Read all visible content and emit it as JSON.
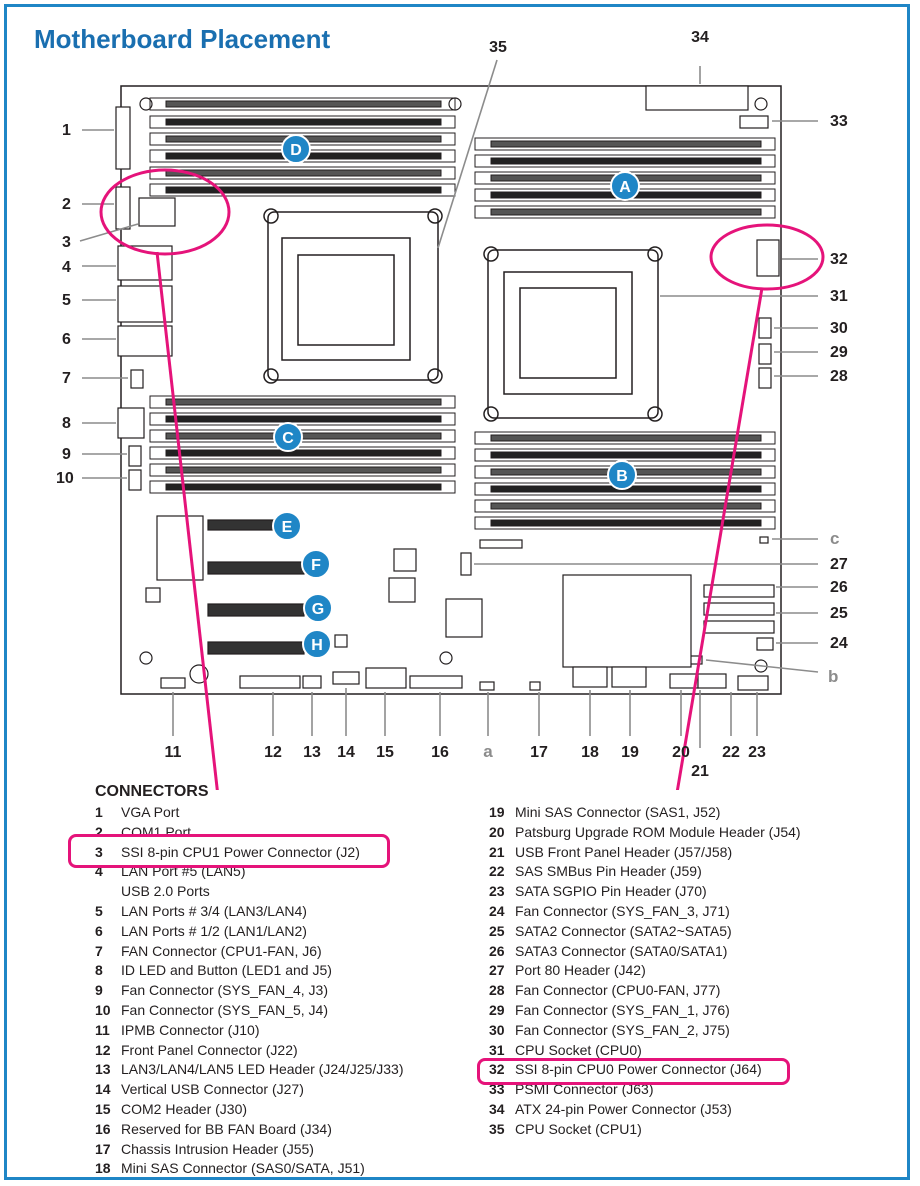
{
  "title": "Motherboard Placement",
  "diagram": {
    "callout_labels": {
      "left": [
        "1",
        "2",
        "3",
        "4",
        "5",
        "6",
        "7",
        "8",
        "9",
        "10"
      ],
      "right": [
        "33",
        "32",
        "31",
        "30",
        "29",
        "28",
        "c",
        "27",
        "26",
        "25",
        "24",
        "b"
      ],
      "top": [
        "35",
        "34"
      ],
      "bottom": [
        "11",
        "12",
        "13",
        "14",
        "15",
        "16",
        "a",
        "17",
        "18",
        "19",
        "20",
        "21",
        "22",
        "23"
      ]
    },
    "badges": [
      "A",
      "B",
      "C",
      "D",
      "E",
      "F",
      "G",
      "H"
    ],
    "colors": {
      "accent_blue": "#1a6fb0",
      "badge_blue": "#1f86c6",
      "highlight_pink": "#e5137a",
      "board_line": "#231f20"
    }
  },
  "connectors": {
    "heading": "CONNECTORS",
    "left_column": [
      {
        "num": "1",
        "text": "VGA Port"
      },
      {
        "num": "2",
        "text": "COM1 Port"
      },
      {
        "num": "3",
        "text": "SSI 8-pin CPU1 Power Connector (J2)"
      },
      {
        "num": "4",
        "text": "LAN Port #5 (LAN5)"
      },
      {
        "num": "",
        "text": "USB 2.0 Ports"
      },
      {
        "num": "5",
        "text": "LAN Ports # 3/4 (LAN3/LAN4)"
      },
      {
        "num": "6",
        "text": "LAN Ports # 1/2 (LAN1/LAN2)"
      },
      {
        "num": "7",
        "text": "FAN Connector (CPU1-FAN, J6)"
      },
      {
        "num": "8",
        "text": "ID LED and Button (LED1 and J5)"
      },
      {
        "num": "9",
        "text": "Fan Connector (SYS_FAN_4, J3)"
      },
      {
        "num": "10",
        "text": "Fan Connector (SYS_FAN_5, J4)"
      },
      {
        "num": "11",
        "text": "IPMB Connector (J10)"
      },
      {
        "num": "12",
        "text": "Front Panel Connector (J22)"
      },
      {
        "num": "13",
        "text": "LAN3/LAN4/LAN5 LED Header (J24/J25/J33)"
      },
      {
        "num": "14",
        "text": "Vertical USB Connector (J27)"
      },
      {
        "num": "15",
        "text": "COM2 Header (J30)"
      },
      {
        "num": "16",
        "text": "Reserved for BB FAN Board (J34)"
      },
      {
        "num": "17",
        "text": "Chassis Intrusion Header (J55)"
      },
      {
        "num": "18",
        "text": "Mini SAS Connector (SAS0/SATA, J51)"
      }
    ],
    "right_column": [
      {
        "num": "19",
        "text": "Mini SAS Connector (SAS1, J52)"
      },
      {
        "num": "20",
        "text": "Patsburg Upgrade ROM Module Header (J54)"
      },
      {
        "num": "21",
        "text": "USB Front Panel Header (J57/J58)"
      },
      {
        "num": "22",
        "text": "SAS SMBus Pin Header (J59)"
      },
      {
        "num": "23",
        "text": "SATA SGPIO Pin Header (J70)"
      },
      {
        "num": "24",
        "text": "Fan Connector (SYS_FAN_3, J71)"
      },
      {
        "num": "25",
        "text": "SATA2 Connector (SATA2~SATA5)"
      },
      {
        "num": "26",
        "text": "SATA3 Connector (SATA0/SATA1)"
      },
      {
        "num": "27",
        "text": "Port 80 Header (J42)"
      },
      {
        "num": "28",
        "text": "Fan Connector (CPU0-FAN, J77)"
      },
      {
        "num": "29",
        "text": "Fan Connector (SYS_FAN_1, J76)"
      },
      {
        "num": "30",
        "text": "Fan Connector (SYS_FAN_2, J75)"
      },
      {
        "num": "31",
        "text": "CPU Socket (CPU0)"
      },
      {
        "num": "32",
        "text": "SSI 8-pin CPU0 Power Connector (J64)"
      },
      {
        "num": "33",
        "text": "PSMI Connector (J63)"
      },
      {
        "num": "34",
        "text": "ATX 24-pin Power Connector (J53)"
      },
      {
        "num": "35",
        "text": "CPU Socket (CPU1)"
      }
    ]
  }
}
